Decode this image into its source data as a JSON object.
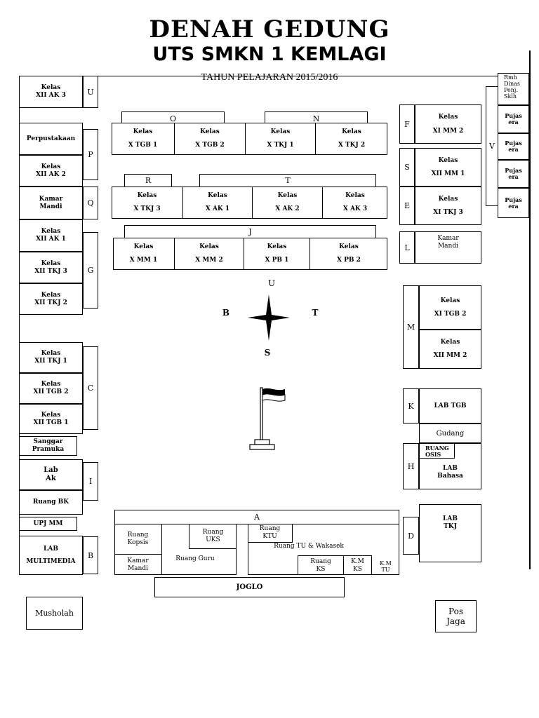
{
  "header": {
    "title": "DENAH GEDUNG",
    "subtitle": "UTS SMKN 1 KEMLAGI",
    "year": "TAHUN PELAJARAN 2015/2016"
  },
  "compass": {
    "north": "U",
    "south": "S",
    "west": "B",
    "east": "T"
  },
  "left_column": {
    "xii_ak3": "Kelas\nXII AK 3",
    "perpustakaan": "Perpustakaan",
    "xii_ak2": "Kelas\nXII AK 2",
    "kamar_mandi": "Kamar\nMandi",
    "xii_ak1": "Kelas\nXII AK 1",
    "xii_tkj3": "Kelas\nXII TKJ 3",
    "xii_tkj2": "Kelas\nXII TKJ 2",
    "xii_tkj1": "Kelas\nXII TKJ 1",
    "xii_tgb2": "Kelas\nXII TGB 2",
    "xii_tgb1": "Kelas\nXII TGB 1",
    "sanggar": "Sanggar\nPramuka",
    "lab_ak": "Lab\nAk",
    "ruang_bk": "Ruang BK",
    "upj_mm": "UPJ MM",
    "lab_multimedia": "LAB\nMULTIMEDIA",
    "musholah": "Musholah"
  },
  "left_letters": {
    "u": "U",
    "p": "P",
    "q": "Q",
    "g": "G",
    "c": "C",
    "i": "I",
    "b": "B"
  },
  "center": {
    "o": "O",
    "n": "N",
    "r": "R",
    "t": "T",
    "j": "J",
    "a": "A",
    "row1": [
      "Kelas\nX TGB 1",
      "Kelas\nX TGB 2",
      "Kelas\nX TKJ 1",
      "Kelas\nX TKJ 2"
    ],
    "row2": [
      "Kelas\nX TKJ 3",
      "Kelas\nX AK 1",
      "Kelas\nX AK 2",
      "Kelas\nX AK 3"
    ],
    "row3": [
      "Kelas\nX MM 1",
      "Kelas\nX MM 2",
      "Kelas\nX PB 1",
      "Kelas\nX PB 2"
    ],
    "ruang_kopsis": "Ruang\nKopsis",
    "kamar_mandi": "Kamar\nMandi",
    "ruang_uks": "Ruang\nUKS",
    "ruang_guru": "Ruang Guru",
    "ruang_ktu": "Ruang\nKTU",
    "ruang_tu": "Ruang TU & Wakasek",
    "ruang_ks": "Ruang\nKS",
    "km_ks": "K.M\nKS",
    "km_tu": "K.M\nTU",
    "joglo": "JOGLO"
  },
  "right_column": {
    "xi_mm2": "Kelas\nXI MM 2",
    "xii_mm1": "Kelas\nXII MM 1",
    "xi_tkj3": "Kelas\nXI TKJ 3",
    "kamar_mandi": "Kamar\nMandi",
    "xi_tgb2": "Kelas\nXI TGB 2",
    "xii_mm2": "Kelas\nXII MM 2",
    "lab_tgb": "LAB TGB",
    "gudang": "Gudang",
    "ruang_osis": "RUANG\nOSIS",
    "lab_bahasa": "LAB\nBahasa",
    "lab_tkj": "LAB\nTKJ",
    "pos_jaga": "Pos\nJaga",
    "rumah_dinas": "Rmh\nDinas\nPenj.\nSklh",
    "pujasera": [
      "Pujas\nera",
      "Pujas\nera",
      "Pujas\nera",
      "Pujas\nera"
    ]
  },
  "right_letters": {
    "f": "F",
    "s": "S",
    "e": "E",
    "l": "L",
    "m": "M",
    "k": "K",
    "h": "H",
    "d": "D",
    "v": "V"
  }
}
